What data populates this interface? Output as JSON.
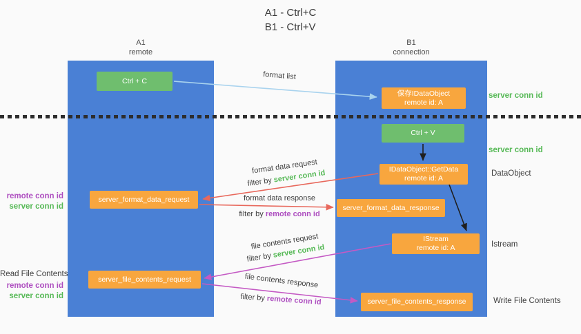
{
  "title": {
    "line1": "A1 - Ctrl+C",
    "line2": "B1 - Ctrl+V"
  },
  "lifelines": {
    "left": {
      "title": "A1",
      "subtitle": "remote"
    },
    "right": {
      "title": "B1",
      "subtitle": "connection"
    }
  },
  "nodes": {
    "ctrl_c": "Ctrl + C",
    "save_idataobject": {
      "line1": "保存IDataObject",
      "line2": "remote id: A"
    },
    "ctrl_v": "Ctrl + V",
    "getdata": {
      "line1": "IDataObject::GetData",
      "line2": "remote id: A"
    },
    "format_request": "server_format_data_request",
    "format_response": "server_format_data_response",
    "istream": {
      "line1": "IStream",
      "line2": "remote id: A"
    },
    "file_request": "server_file_contents_request",
    "file_response": "server_file_contents_response"
  },
  "edge_labels": {
    "format_list": "format list",
    "format_data_request": {
      "line1": "format data request",
      "filter_prefix": "filter by ",
      "filter_term": "server conn id"
    },
    "format_data_response": {
      "line1": "format data response",
      "filter_prefix": "filter by ",
      "filter_term": "remote conn id"
    },
    "file_contents_request": {
      "line1": "file contents request",
      "filter_prefix": "filter by ",
      "filter_term": "server conn id"
    },
    "file_contents_response": {
      "line1": "file contents response",
      "filter_prefix": "filter by ",
      "filter_term": "remote conn id"
    }
  },
  "side_labels": {
    "right_server_conn_id_top": "server conn id",
    "right_server_conn_id_mid": "server conn id",
    "right_dataobject": "DataObject",
    "right_istream": "Istream",
    "right_write_file_contents": "Write File Contents",
    "left_remote_conn_id_top": "remote conn id",
    "left_server_conn_id_top": "server conn id",
    "left_read_file_contents": "Read File Contents",
    "left_remote_conn_id_bottom": "remote conn id",
    "left_server_conn_id_bottom": "server conn id"
  },
  "colors": {
    "lifeline_blue": "#4a80d5",
    "box_green": "#6fbe6e",
    "box_orange": "#f8a63e",
    "green_text": "#57b957",
    "purple_text": "#ae4fc0",
    "arrow_blue": "#a9d3ee",
    "arrow_red": "#e8685c",
    "arrow_magenta": "#c45ac4",
    "arrow_black": "#1f1f1f"
  }
}
